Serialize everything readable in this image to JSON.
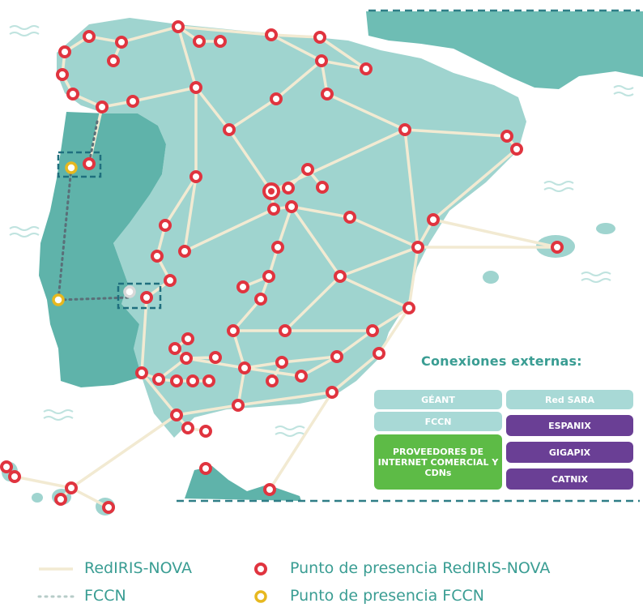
{
  "colors": {
    "sea": "#ffffff",
    "spain": "#9fd4cf",
    "portugal": "#5fb3aa",
    "france": "#6ebdb4",
    "link": "#f2ead2",
    "pop_red": "#e0343f",
    "pop_yellow": "#e7b81f",
    "accent": "#3a9d93",
    "purple": "#6a3f95",
    "green": "#5dbb46",
    "teal_btn": "#a8d9d6"
  },
  "external": {
    "title": "Conexiones externas:",
    "buttons": {
      "geant": "GÉANT",
      "red_sara": "Red SARA",
      "fccn": "FCCN",
      "espanix": "ESPANIX",
      "proveedores": "PROVEEDORES DE INTERNET COMERCIAL Y CDNs",
      "gigapix": "GIGAPIX",
      "catnix": "CATNIX"
    }
  },
  "legend": {
    "rediris_line": "RedIRIS-NOVA",
    "fccn_line": "FCCN",
    "rediris_pop": "Punto de presencia RedIRIS-NOVA",
    "fccn_pop": "Punto de presencia FCCN"
  }
}
